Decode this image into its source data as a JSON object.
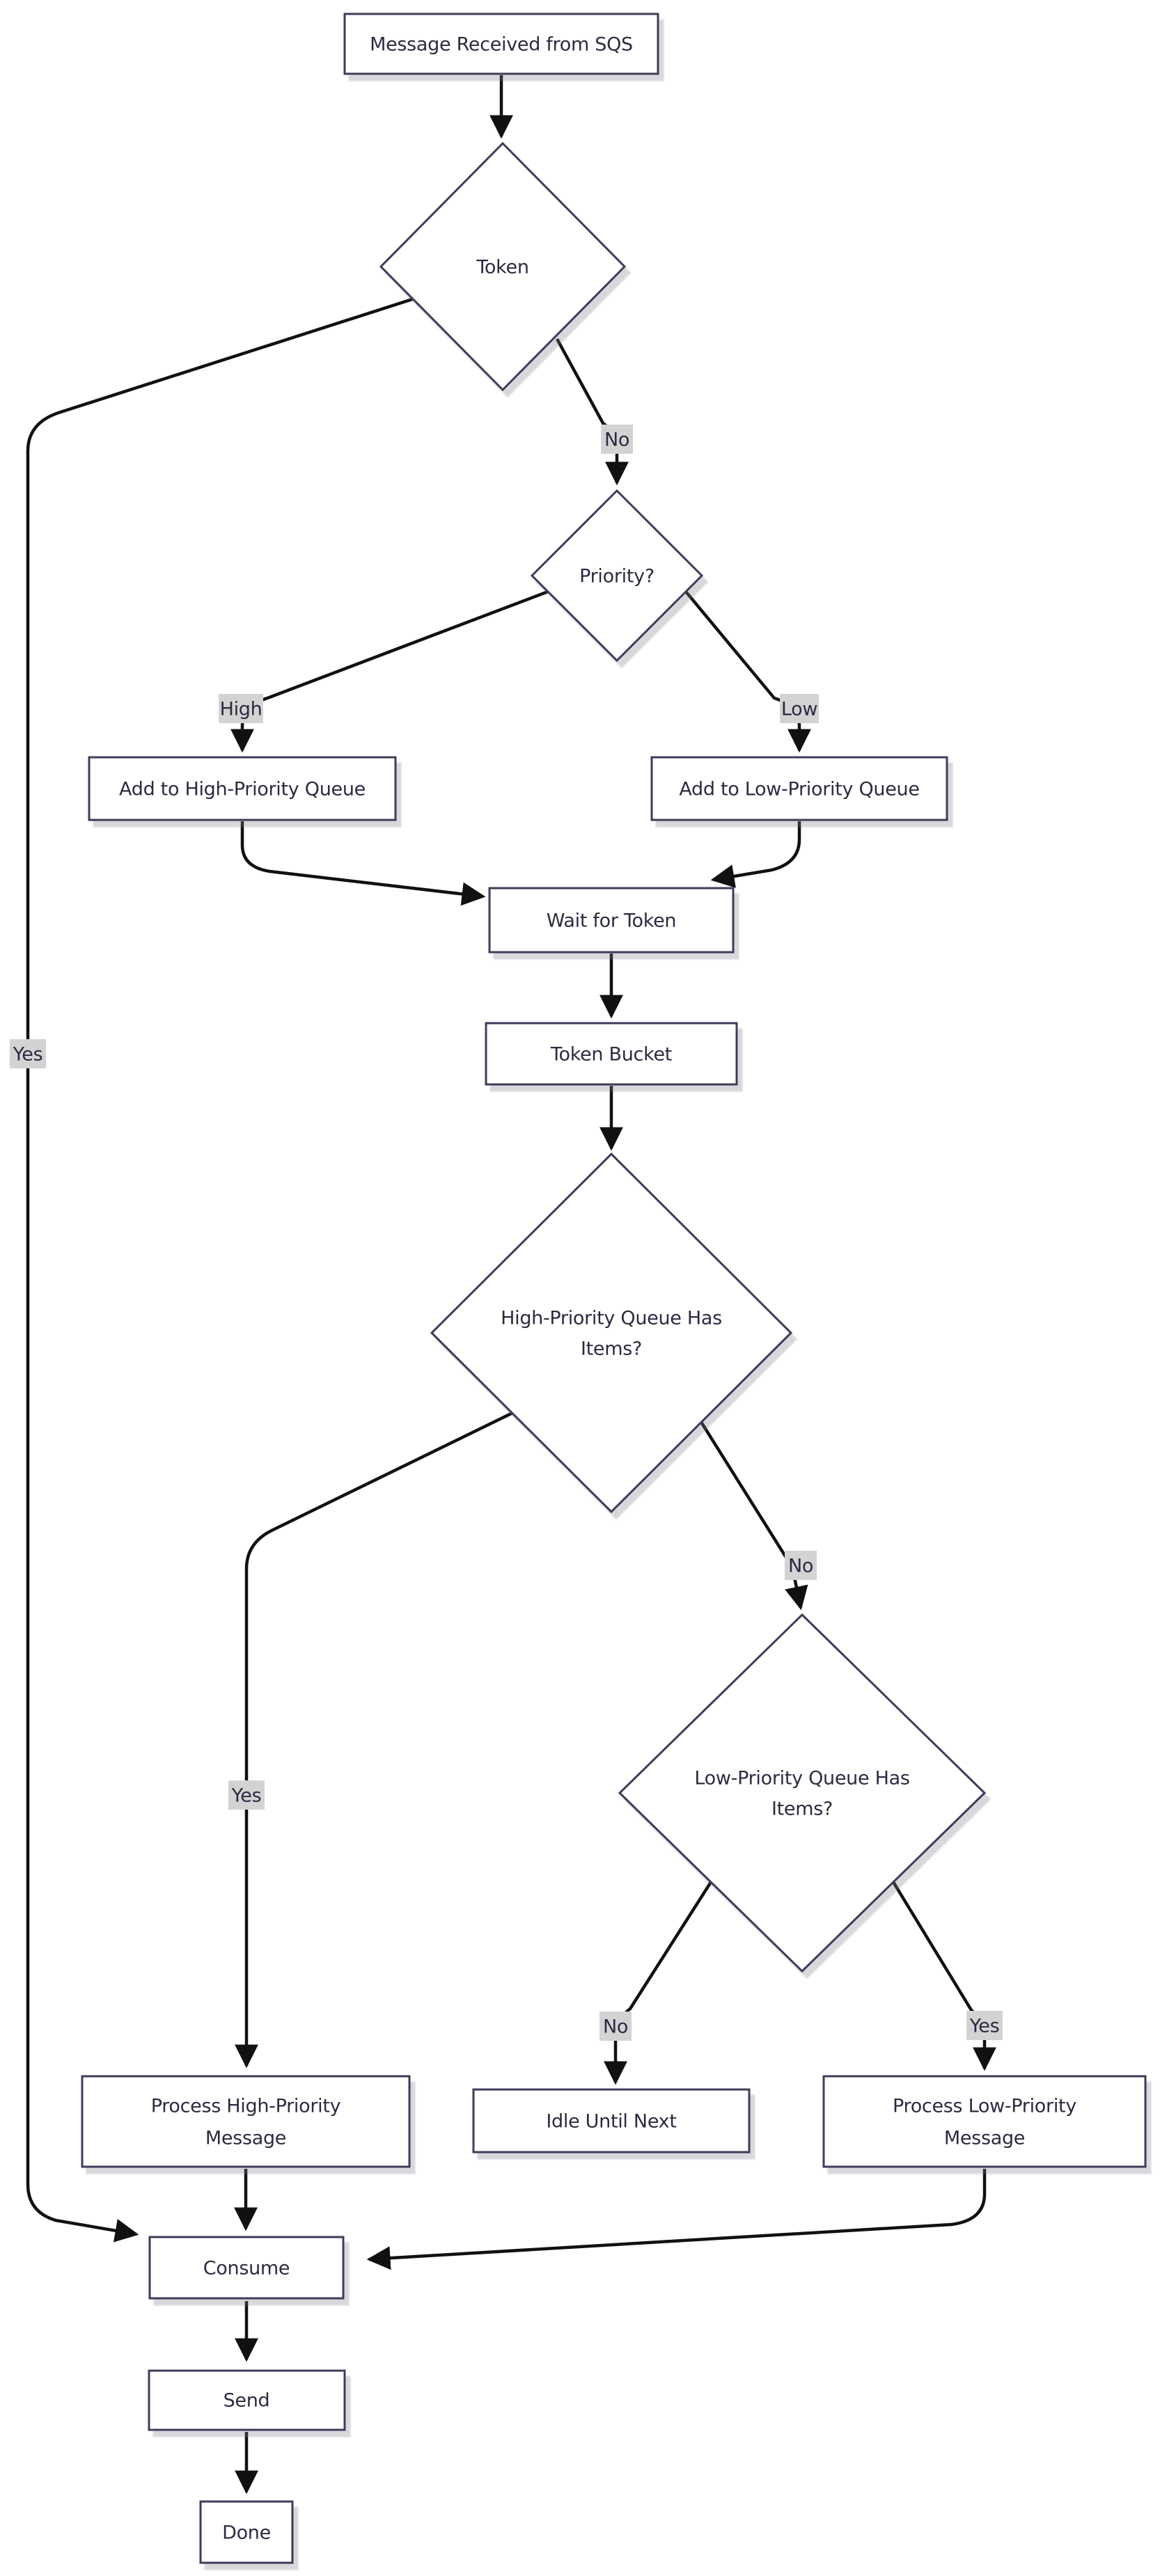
{
  "diagram": {
    "type": "flowchart",
    "direction": "top-down",
    "colors": {
      "background": "#ffffff",
      "node_fill": "#ffffff",
      "node_border": "#3d3d5a",
      "node_text": "#2b2b42",
      "edge_line": "#111111",
      "edge_label_bg": "#d3d3d3",
      "edge_label_text": "#2b2b42"
    },
    "nodes": {
      "sqs": {
        "shape": "rect",
        "label": "Message Received from SQS"
      },
      "token": {
        "shape": "diamond",
        "label": "Token"
      },
      "priority": {
        "shape": "diamond",
        "label": "Priority?"
      },
      "add_high": {
        "shape": "rect",
        "label": "Add to High-Priority Queue"
      },
      "add_low": {
        "shape": "rect",
        "label": "Add to Low-Priority Queue"
      },
      "wait": {
        "shape": "rect",
        "label": "Wait for Token"
      },
      "bucket": {
        "shape": "rect",
        "label": "Token Bucket"
      },
      "hp_has_items": {
        "shape": "diamond",
        "label": "High-Priority Queue Has Items?",
        "lines": [
          "High-Priority Queue Has",
          "Items?"
        ]
      },
      "lp_has_items": {
        "shape": "diamond",
        "label": "Low-Priority Queue Has Items?",
        "lines": [
          "Low-Priority Queue Has",
          "Items?"
        ]
      },
      "proc_high": {
        "shape": "rect",
        "label": "Process High-Priority Message",
        "lines": [
          "Process High-Priority",
          "Message"
        ]
      },
      "idle": {
        "shape": "rect",
        "label": "Idle Until Next"
      },
      "proc_low": {
        "shape": "rect",
        "label": "Process Low-Priority Message",
        "lines": [
          "Process Low-Priority",
          "Message"
        ]
      },
      "consume": {
        "shape": "rect",
        "label": "Consume"
      },
      "send": {
        "shape": "rect",
        "label": "Send"
      },
      "done": {
        "shape": "rect",
        "label": "Done"
      }
    },
    "edges": [
      {
        "from": "sqs",
        "to": "token",
        "label": ""
      },
      {
        "from": "token",
        "to": "priority",
        "label": "No"
      },
      {
        "from": "token",
        "to": "consume",
        "label": "Yes"
      },
      {
        "from": "priority",
        "to": "add_high",
        "label": "High"
      },
      {
        "from": "priority",
        "to": "add_low",
        "label": "Low"
      },
      {
        "from": "add_high",
        "to": "wait",
        "label": ""
      },
      {
        "from": "add_low",
        "to": "wait",
        "label": ""
      },
      {
        "from": "wait",
        "to": "bucket",
        "label": ""
      },
      {
        "from": "bucket",
        "to": "hp_has_items",
        "label": ""
      },
      {
        "from": "hp_has_items",
        "to": "proc_high",
        "label": "Yes"
      },
      {
        "from": "hp_has_items",
        "to": "lp_has_items",
        "label": "No"
      },
      {
        "from": "lp_has_items",
        "to": "idle",
        "label": "No"
      },
      {
        "from": "lp_has_items",
        "to": "proc_low",
        "label": "Yes"
      },
      {
        "from": "proc_high",
        "to": "consume",
        "label": ""
      },
      {
        "from": "proc_low",
        "to": "consume",
        "label": ""
      },
      {
        "from": "consume",
        "to": "send",
        "label": ""
      },
      {
        "from": "send",
        "to": "done",
        "label": ""
      }
    ]
  }
}
